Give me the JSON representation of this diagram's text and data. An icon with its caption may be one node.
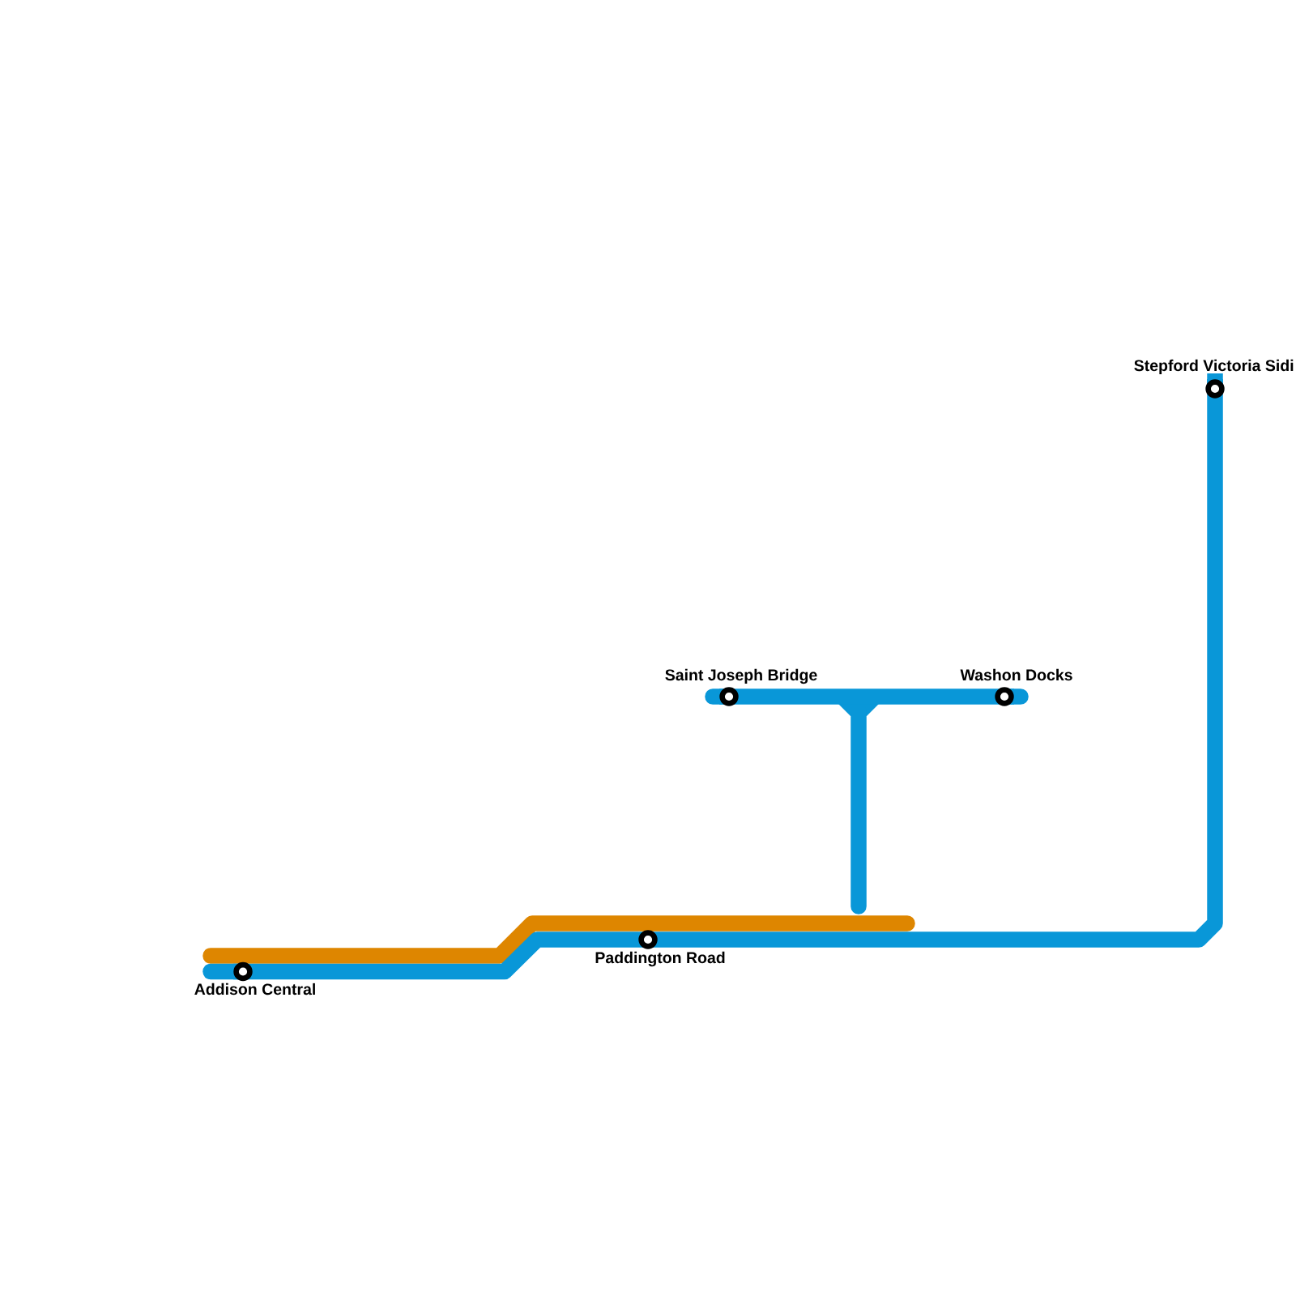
{
  "diagram": {
    "nodes": [
      {
        "text": [
          "Addison Central"
        ]
      },
      {
        "text": [
          "Paddington Road"
        ]
      },
      {
        "text": [
          "Saint Joseph Bridge"
        ]
      },
      {
        "text": [
          "Washon Docks"
        ]
      },
      {
        "text": [
          "Stepford Victoria Sidi"
        ]
      }
    ],
    "edges": [
      {
        "from": 0,
        "to": 1,
        "arrow": "none"
      },
      {
        "from": 1,
        "to": 4,
        "arrow": "none"
      },
      {
        "from": 2,
        "to": 3,
        "arrow": "none"
      }
    ]
  }
}
